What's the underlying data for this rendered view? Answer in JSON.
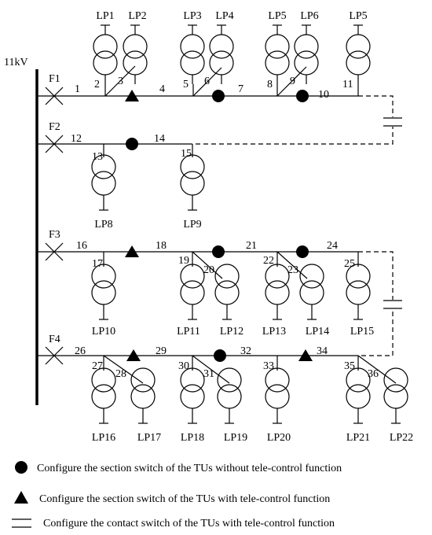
{
  "bus_label": "11kV",
  "feeders": [
    "F1",
    "F2",
    "F3",
    "F4"
  ],
  "nodes": [
    "1",
    "2",
    "3",
    "4",
    "5",
    "6",
    "7",
    "8",
    "9",
    "10",
    "11",
    "12",
    "13",
    "14",
    "15",
    "16",
    "17",
    "18",
    "19",
    "20",
    "21",
    "22",
    "23",
    "24",
    "25",
    "26",
    "27",
    "28",
    "29",
    "30",
    "31",
    "32",
    "33",
    "34",
    "35",
    "36"
  ],
  "loads": [
    "LP1",
    "LP2",
    "LP3",
    "LP4",
    "LP5",
    "LP6",
    "LP5",
    "LP8",
    "LP9",
    "LP10",
    "LP11",
    "LP12",
    "LP13",
    "LP14",
    "LP15",
    "LP16",
    "LP17",
    "LP18",
    "LP19",
    "LP20",
    "LP21",
    "LP22"
  ],
  "legend": [
    {
      "symbol": "circle",
      "text": "Configure the section switch of the TUs without tele-control function"
    },
    {
      "symbol": "triangle",
      "text": "Configure the section switch of the TUs with tele-control function"
    },
    {
      "symbol": "contact",
      "text": "Configure the contact switch of the TUs with tele-control function"
    }
  ],
  "colors": {
    "line": "#000000",
    "background": "#ffffff"
  }
}
